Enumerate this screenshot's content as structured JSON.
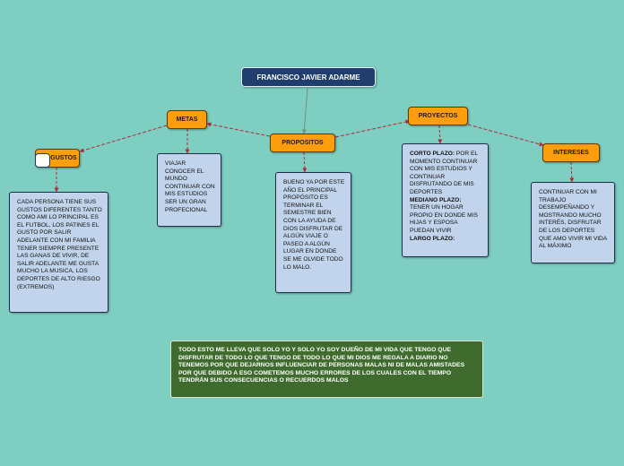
{
  "title": "FRANCISCO JAVIER ADARME",
  "nodes": {
    "gustos": {
      "label": "GUSTOS",
      "text": "CADA PERSONA TIENE SUS GUSTOS DIFERENTES TANTO COMO AMI LO PRINCIPAL ES EL FUTBOL, LOS PATINES EL GUSTO POR SALIR ADELANTE CON MI FAMILIA TENER SIEMPRE PRESENTE  LAS GANAS DE VIVIR, DE SALIR ADELANTE ME GUSTA MUCHO LA MUSICA, LOS DEPORTES DE ALTO RIESGO (EXTREMOS)"
    },
    "metas": {
      "label": "METAS",
      "text": "VIAJAR CONOCER EL MUNDO CONTINUAR CON MIS ESTUDIOS SER UN GRAN PROFECIONAL"
    },
    "propositos": {
      "label": "PROPOSITOS",
      "text": "BUENO YA POR ESTE AÑO EL PRINCIPAL PROPÓSITO ES TERMINAR EL SEMESTRE BIEN CON LA AYUDA DE DIOS DISFRUTAR DE ALGÚN VIAJE O PASEO A ALGÚN LUGAR EN DONDE SE ME OLVIDE TODO LO MALO."
    },
    "proyectos": {
      "label": "PROYECTOS",
      "corto_label": "CORTO PLAZO:",
      "corto_text": " POR EL MOMENTO CONTINUAR CON MIS ESTUDIOS Y CONTINUAR DISFRUTANDO DE MIS DEPORTES",
      "mediano_label": "MEDIANO PLAZO:",
      "mediano_text": " TENER UN HOGAR PROPIO EN DONDE MIS HIJAS Y ESPOSA PUEDAN VIVIR",
      "largo_label": "LARGO PLAZO:"
    },
    "intereses": {
      "label": "INTERESES",
      "text": "CONTINUAR CON MI TRABAJO DESEMPEÑANDO Y MOSTRANDO MUCHO INTERÉS, DISFRUTAR DE LOS DEPORTES QUE AMO VIVIR MI VIDA AL MÁXIMO"
    }
  },
  "conclusion": "TODO ESTO ME LLEVA QUE SOLO YO Y SOLO YO SOY DUEÑO DE MI VIDA QUE TENGO QUE DISFRUTAR DE TODO LO QUE TENGO DE TODO LO QUE MI DIOS ME REGALA A DIARIO NO TENEMOS POR QUE DEJARNOS INFLUENCIAR DE PERSONAS MALAS NI DE MALAS AMISTADES POR QUE DEBIDO A ESO COMETEMOS MUCHO ERRORES DE LOS CUALES CON EL TIEMPO TENDRÁN SUS CONSECUENCIAS O RECUERDOS MALOS",
  "colors": {
    "background": "#7ecfc2",
    "title_box": "#1f3d6d",
    "topic_box": "#ff9e0d",
    "detail_box": "#c1d4ec",
    "conclusion_box": "#3f6b2e",
    "connector": "#b5283a"
  }
}
